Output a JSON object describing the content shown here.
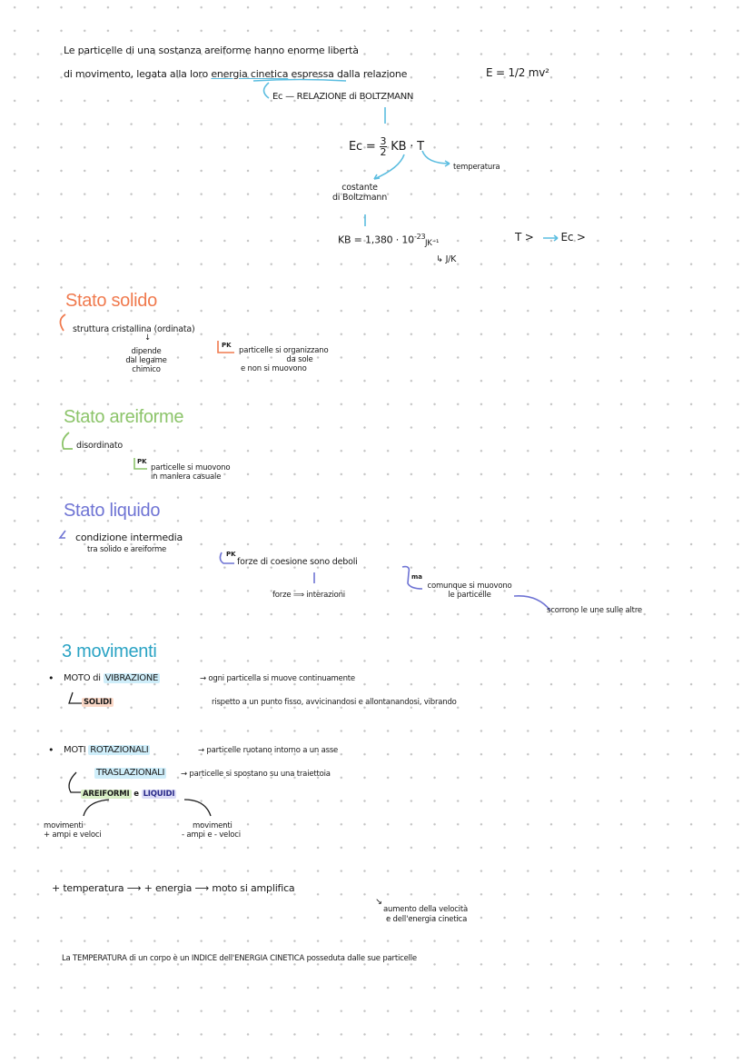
{
  "colors": {
    "ink": "#1a1a1a",
    "blue_accent": "#5bbde0",
    "solid_heading": "#f07a4e",
    "gas_heading": "#8cc46a",
    "liquid_heading": "#6f74d4",
    "movements_heading": "#2aa3c4",
    "highlight_blue": "#cfeefa",
    "highlight_orange": "#fcd9c8",
    "highlight_green": "#d9efc6",
    "highlight_purple": "#dcdcf7"
  },
  "intro": {
    "line1": "Le particelle di una sostanza areiforme hanno enorme libertà",
    "line2_prefix": "di movimento, legata alla loro ",
    "line2_underlined": "energia cinetica",
    "line2_suffix": " espressa dalla relazione",
    "formula": "E = 1/2 mv²",
    "boltzmann_label": "Ec — RELAZIONE di BOLTZMANN",
    "ec_formula_left": "Ec =",
    "ec_frac_num": "3",
    "ec_frac_den": "2",
    "ec_formula_right": "KB · T",
    "temperature_label": "temperatura",
    "constant_label_1": "costante",
    "constant_label_2": "di Boltzmann",
    "kb_value": "KB = 1,380 · 10",
    "kb_exponent": "-23",
    "kb_unit": "JK⁻¹",
    "kb_unit_alt": "↳ J/K",
    "t_relation_left": "T >",
    "t_relation_arrow": "→",
    "t_relation_right": "Ec >"
  },
  "solid": {
    "title": "Stato solido",
    "structure": "struttura cristallina (ordinata)",
    "down_arrow": "↓",
    "depends_1": "dipende",
    "depends_2": "dal legame",
    "depends_3": "chimico",
    "tag": "PK",
    "particles_1": "particelle si organizzano",
    "particles_2": "da sole",
    "particles_3": "e non si muovono"
  },
  "gas": {
    "title": "Stato areiforme",
    "state": "disordinato",
    "tag": "PK",
    "particles_1": "particelle si muovono",
    "particles_2": "in maniera casuale"
  },
  "liquid": {
    "title": "Stato liquido",
    "condition_1": "condizione intermedia",
    "condition_2": "tra solido e areiforme",
    "tag": "PK",
    "forces": "forze di coesione sono deboli",
    "forces_interactions": "forze ⟹ interazioni",
    "ma_tag": "ma",
    "move_1": "comunque si muovono",
    "move_2": "le particelle",
    "slide": "scorrono le une sulle altre"
  },
  "movements": {
    "title": "3 movimenti",
    "bullet": "•",
    "vibration_prefix": "MOTO di ",
    "vibration_highlight": "VIBRAZIONE",
    "vibration_desc_1": "→ ogni particella si muove continuamente",
    "vibration_desc_2": "rispetto a un punto fisso, avvicinandosi e allontanandosi, vibrando",
    "solids": "SOLIDI",
    "rot_prefix": "MOTI ",
    "rot_highlight": "ROTAZIONALI",
    "rot_desc": "→ particelle ruotano intorno a un asse",
    "trans_highlight": "TRASLAZIONALI",
    "trans_desc": "→ particelle si spostano su una traiettoia",
    "gases": "AREIFORMI",
    "and": " e ",
    "liquids": "LIQUIDI",
    "gas_move_1": "movimenti",
    "gas_move_2": "+ ampi e veloci",
    "liq_move_1": "movimenti",
    "liq_move_2": "- ampi e - veloci"
  },
  "temperature": {
    "chain": "+ temperatura  ⟶ + energia ⟶ moto si amplifica",
    "arrow": "↘",
    "result_1": "aumento della velocità",
    "result_2": "e dell'energia cinetica",
    "conclusion": "La TEMPERATURA di un corpo è un INDICE dell'ENERGIA CINETICA posseduta dalle sue particelle"
  }
}
